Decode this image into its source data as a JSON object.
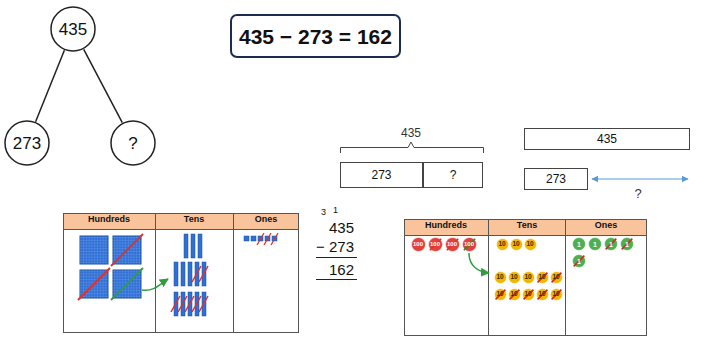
{
  "diagram": {
    "nodes": [
      {
        "text": [
          "435"
        ]
      },
      {
        "text": [
          "273"
        ]
      },
      {
        "text": [
          "?"
        ]
      },
      {
        "text": [
          "435 − 273 = 162"
        ]
      },
      {
        "text": [
          "273"
        ]
      },
      {
        "text": [
          "?"
        ]
      },
      {
        "text": [
          "435"
        ]
      },
      {
        "text": [
          "273"
        ]
      },
      {
        "text": [
          "100"
        ]
      },
      {
        "text": [
          "100"
        ]
      },
      {
        "text": [
          "100"
        ]
      },
      {
        "text": [
          "100"
        ]
      },
      {
        "text": [
          "10"
        ]
      },
      {
        "text": [
          "10"
        ]
      },
      {
        "text": [
          "10"
        ]
      },
      {
        "text": [
          "10"
        ]
      },
      {
        "text": [
          "10"
        ]
      },
      {
        "text": [
          "10"
        ]
      },
      {
        "text": [
          "10"
        ]
      },
      {
        "text": [
          "10"
        ]
      },
      {
        "text": [
          "10"
        ]
      },
      {
        "text": [
          "10"
        ]
      },
      {
        "text": [
          "10"
        ]
      },
      {
        "text": [
          "10"
        ]
      },
      {
        "text": [
          "10"
        ]
      },
      {
        "text": [
          "1"
        ]
      },
      {
        "text": [
          "1"
        ]
      },
      {
        "text": [
          "1"
        ]
      },
      {
        "text": [
          "1"
        ]
      },
      {
        "text": [
          "1"
        ]
      }
    ],
    "edges": [
      {
        "from": 0,
        "to": 1,
        "arrow": "none"
      },
      {
        "from": 0,
        "to": 2,
        "arrow": "none"
      }
    ],
    "labels": [
      "435",
      "?",
      "Hundreds",
      "Tens",
      "Ones",
      "3",
      "1",
      "435",
      "− 273",
      "162",
      "Hundreds",
      "Tens",
      "Ones"
    ]
  }
}
